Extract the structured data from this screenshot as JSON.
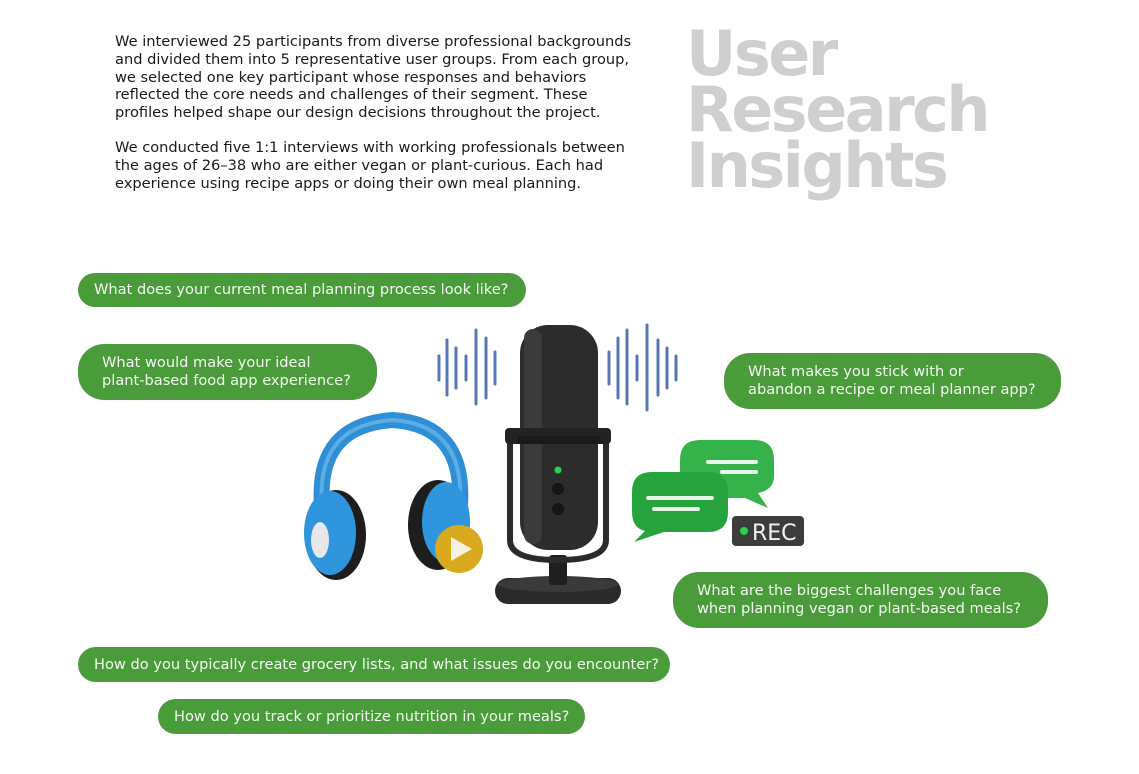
{
  "intro": {
    "paragraph1": "We interviewed 25 participants from diverse professional backgrounds and divided them into 5 representative user groups. From each group, we selected one key participant whose responses and behaviors reflected the core needs and challenges of their segment. These profiles helped shape our design decisions throughout the project.",
    "paragraph2": "We conducted five 1:1 interviews with working professionals between the ages of 26–38 who are either vegan or plant-curious. Each had experience using recipe apps or doing their own meal planning."
  },
  "title": {
    "line1": "User",
    "line2": "Research",
    "line3": "Insights"
  },
  "questions": [
    "What does your current meal planning process look like?",
    "What would make your ideal plant-based food app experience?",
    "What makes you stick with or abandon a recipe or meal planner app?",
    "What are the biggest challenges you face when planning vegan or plant-based meals?",
    "How do you typically create grocery lists, and what issues do you encounter?",
    "How do you track or prioritize nutrition in your meals?"
  ],
  "questions_wrapped": {
    "q2_line1": "What would make your ideal",
    "q2_line2": "plant-based food app experience?",
    "q3_line1": "What makes you stick with or",
    "q3_line2": "abandon a recipe or meal planner app?",
    "q4_line1": "What are the biggest challenges you face",
    "q4_line2": "when planning vegan or plant-based meals?"
  },
  "illustration": {
    "rec_label": "REC",
    "icons": [
      "microphone-icon",
      "headphones-icon",
      "play-icon",
      "chat-bubbles-icon",
      "sound-wave-icon"
    ]
  },
  "colors": {
    "pill_green": "#4a9c3b",
    "title_gray": "#cfcfcf",
    "wave_blue": "#5578b4",
    "headphone_blue": "#2e8fd6",
    "play_yellow": "#d9a91e"
  }
}
